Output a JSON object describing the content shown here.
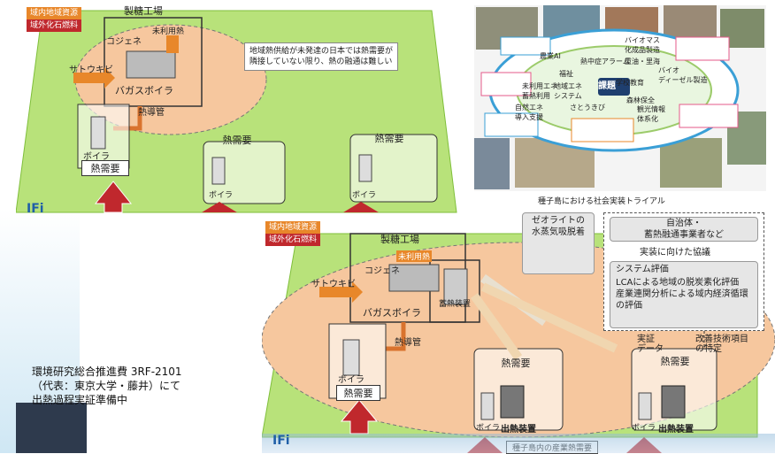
{
  "slide1": {
    "legend_local": "域内地域資源",
    "legend_fossil": "域外化石燃料",
    "factory": "製糖工場",
    "cogen": "コジェネ",
    "unused_heat": "未利用熱",
    "sugarcane": "サトウキビ",
    "bagasse_boiler": "バガスボイラ",
    "heat_pipe": "熱導管",
    "heat_demand": "熱需要",
    "boiler": "ボイラ",
    "callout": "地域熱供給が未発達の日本では熱需要が\n隣接していない限り、熱の融通は難しい"
  },
  "photo_panel": {
    "caption": "種子島における社会実装トライアル",
    "center_label": "課題",
    "labels": [
      "農業AI",
      "熱中症アラーム",
      "重油・里海",
      "福祉",
      "地域エネ\nシステム",
      "学校教育",
      "森林保全",
      "自然エネ\n導入支援",
      "さとうきび",
      "未利用エネ\n蓄熱利用",
      "観光情報\n体系化",
      "バイオ\nディーゼル製造",
      "バイオマス\n化成品製造"
    ]
  },
  "slide2": {
    "legend_local": "域内地域資源",
    "legend_fossil": "域外化石燃料",
    "factory": "製糖工場",
    "cogen": "コジェネ",
    "unused_heat": "未利用熱",
    "sugarcane": "サトウキビ",
    "bagasse_boiler": "バガスボイラ",
    "heat_pipe": "熱導管",
    "storage": "蓄熱装置",
    "zeolite": "ゼオライトの\n水蒸気吸脱着",
    "heat_demand": "熱需要",
    "boiler": "ボイラ",
    "release": "出熱装置",
    "stakeholders": "自治体・\n蓄熱融通事業者など",
    "agreement": "実装に向けた協議",
    "system_eval_title": "システム評価",
    "system_eval_items": [
      "LCAによる地域の脱炭素化評価",
      "産業連関分析による域内経済循環の評価"
    ],
    "proof_data": "実証\nデータ",
    "improve": "改善技術項目\nの特定",
    "industry_demand": "種子島内の産業熱需要"
  },
  "note": "環境研究総合推進費 3RF-2101\n（代表：東京大学・藤井）にて\n出熱過程実証準備中",
  "logo": "IFi"
}
